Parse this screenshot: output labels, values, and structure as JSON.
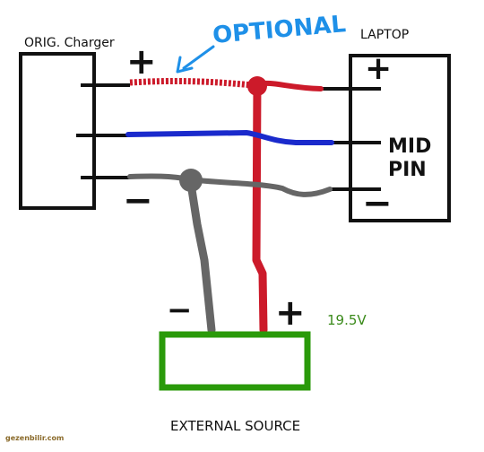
{
  "labels": {
    "charger": "ORIG. Charger",
    "laptop": "LAPTOP",
    "optional": "OPTIONAL",
    "mid_pin_line1": "MID",
    "mid_pin_line2": "PIN",
    "voltage": "19.5V",
    "external_source": "EXTERNAL SOURCE",
    "watermark": "gezenbilir.com",
    "plus": "+",
    "minus": "−"
  },
  "colors": {
    "positive": "#cc1a2a",
    "data": "#1a2acc",
    "negative": "#666666",
    "optional_text": "#1e90e8",
    "source_box": "#2a9a0a",
    "voltage_text": "#3a8a1a",
    "outline": "#111111"
  }
}
